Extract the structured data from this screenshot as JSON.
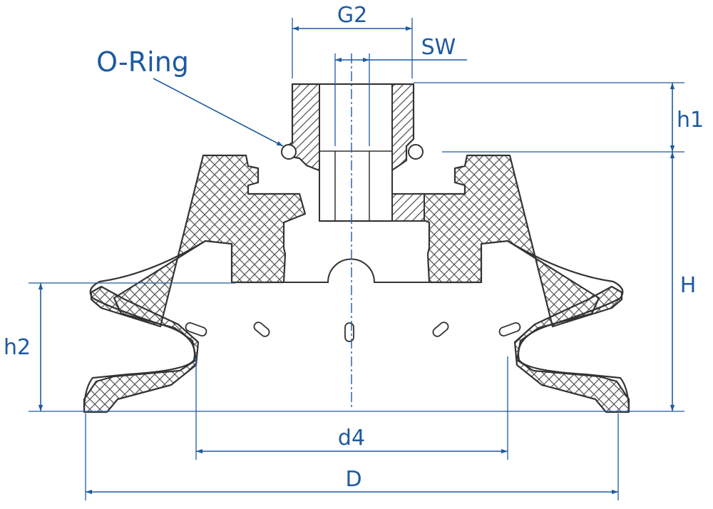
{
  "labels": {
    "o_ring": "O-Ring",
    "g2": "G2",
    "sw": "SW",
    "h1": "h1",
    "H": "H",
    "h2": "h2",
    "d4": "d4",
    "D": "D"
  },
  "colors": {
    "dimension": "#1e5aa0",
    "outline": "#333333",
    "hatch": "#555555",
    "background": "#ffffff"
  }
}
